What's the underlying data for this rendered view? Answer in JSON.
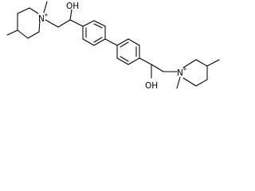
{
  "molecule": {
    "labels": {
      "hydroxyl_top": "OH",
      "hydroxyl_bottom": "OH",
      "nitrogen_left": "N",
      "nitrogen_right": "N",
      "charge_left": "+",
      "charge_right": "+"
    }
  },
  "colors": {
    "bond": "#000000",
    "background": "#ffffff"
  }
}
